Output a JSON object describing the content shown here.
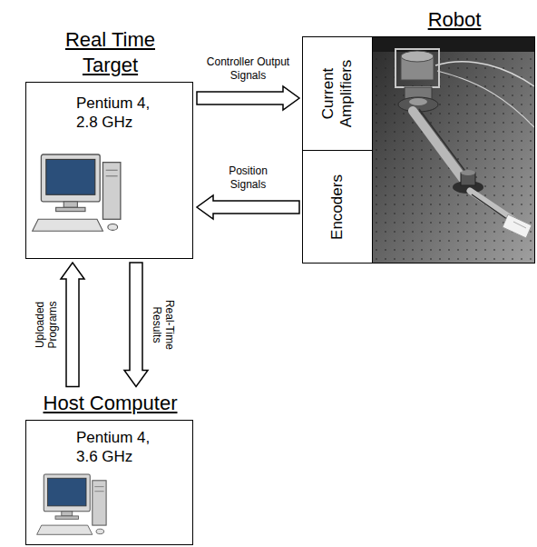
{
  "diagram": {
    "nodes": [
      {
        "text": [
          "Real Time Target",
          "Pentium 4, 2.8 GHz"
        ]
      },
      {
        "text": [
          "Robot"
        ]
      },
      {
        "text": [
          "Current Amplifiers"
        ],
        "in": 1
      },
      {
        "text": [
          "Encoders"
        ],
        "in": 1
      },
      {
        "text": [
          "Host Computer",
          "Pentium 4, 3.6 GHz"
        ]
      }
    ],
    "edges": [
      {
        "from": 0,
        "to": 2,
        "label": "Controller Output Signals",
        "arrow": "to"
      },
      {
        "from": 3,
        "to": 0,
        "label": "Position Signals",
        "arrow": "to"
      },
      {
        "from": 4,
        "to": 0,
        "label": "Uploaded Programs",
        "arrow": "to"
      },
      {
        "from": 0,
        "to": 4,
        "label": "Real-Time Results",
        "arrow": "to"
      }
    ]
  }
}
